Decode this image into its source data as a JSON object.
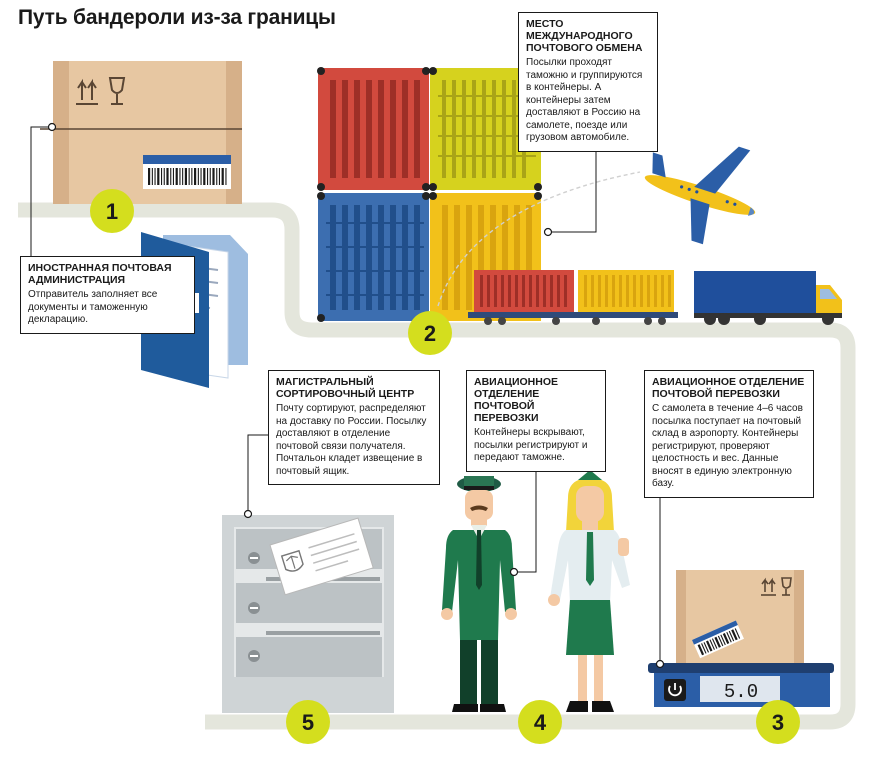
{
  "title": "Путь бандероли из-за границы",
  "steps": [
    "1",
    "2",
    "3",
    "4",
    "5"
  ],
  "colors": {
    "route": "#e4e6dc",
    "step_circle": "#d4de1e",
    "container_red": "#d24a3e",
    "container_yellow": "#d6d21e",
    "container_blue": "#3c6eb0",
    "container_gold": "#f2c11a",
    "folder_blue": "#1f5b9c",
    "uniform_green": "#1f7a4d",
    "truck_blue": "#1f4f9c"
  },
  "icons": [
    "this-side-up-icon",
    "fragile-glass-icon",
    "barcode-icon",
    "airplane-icon",
    "truck-icon",
    "power-icon",
    "coat-of-arms-icon"
  ],
  "boxes": {
    "foreign": {
      "heading": "Иностранная почтовая администрация",
      "text": "Отправитель заполняет все документы и таможенную декларацию."
    },
    "exchange": {
      "heading": "Место международного почтового обмена",
      "text": "Посылки проходят таможню и группируются в контейнеры. А контейнеры затем доставляют в Россию на самолете, поезде или грузовом автомобиле."
    },
    "sorting": {
      "heading": "Магистральный сортировочный центр",
      "text": "Почту сортируют, распределяют на доставку по России. Посылку доставляют в отделение почтовой связи получателя. Почтальон кладет извещение в почтовый ящик."
    },
    "air_middle": {
      "heading": "Авиационное отделение почтовой перевозки",
      "text": "Контейнеры вскрывают, посылки регистрируют и передают таможне."
    },
    "air_right": {
      "heading": "Авиационное отделение почтовой перевозки",
      "text": "С самолета в течение 4–6 часов посылка поступает на почтовый склад в аэропорту. Контейнеры регистрируют, проверяют целостность и вес. Данные вносят в единую электронную базу."
    }
  },
  "scale_display": "5.0"
}
